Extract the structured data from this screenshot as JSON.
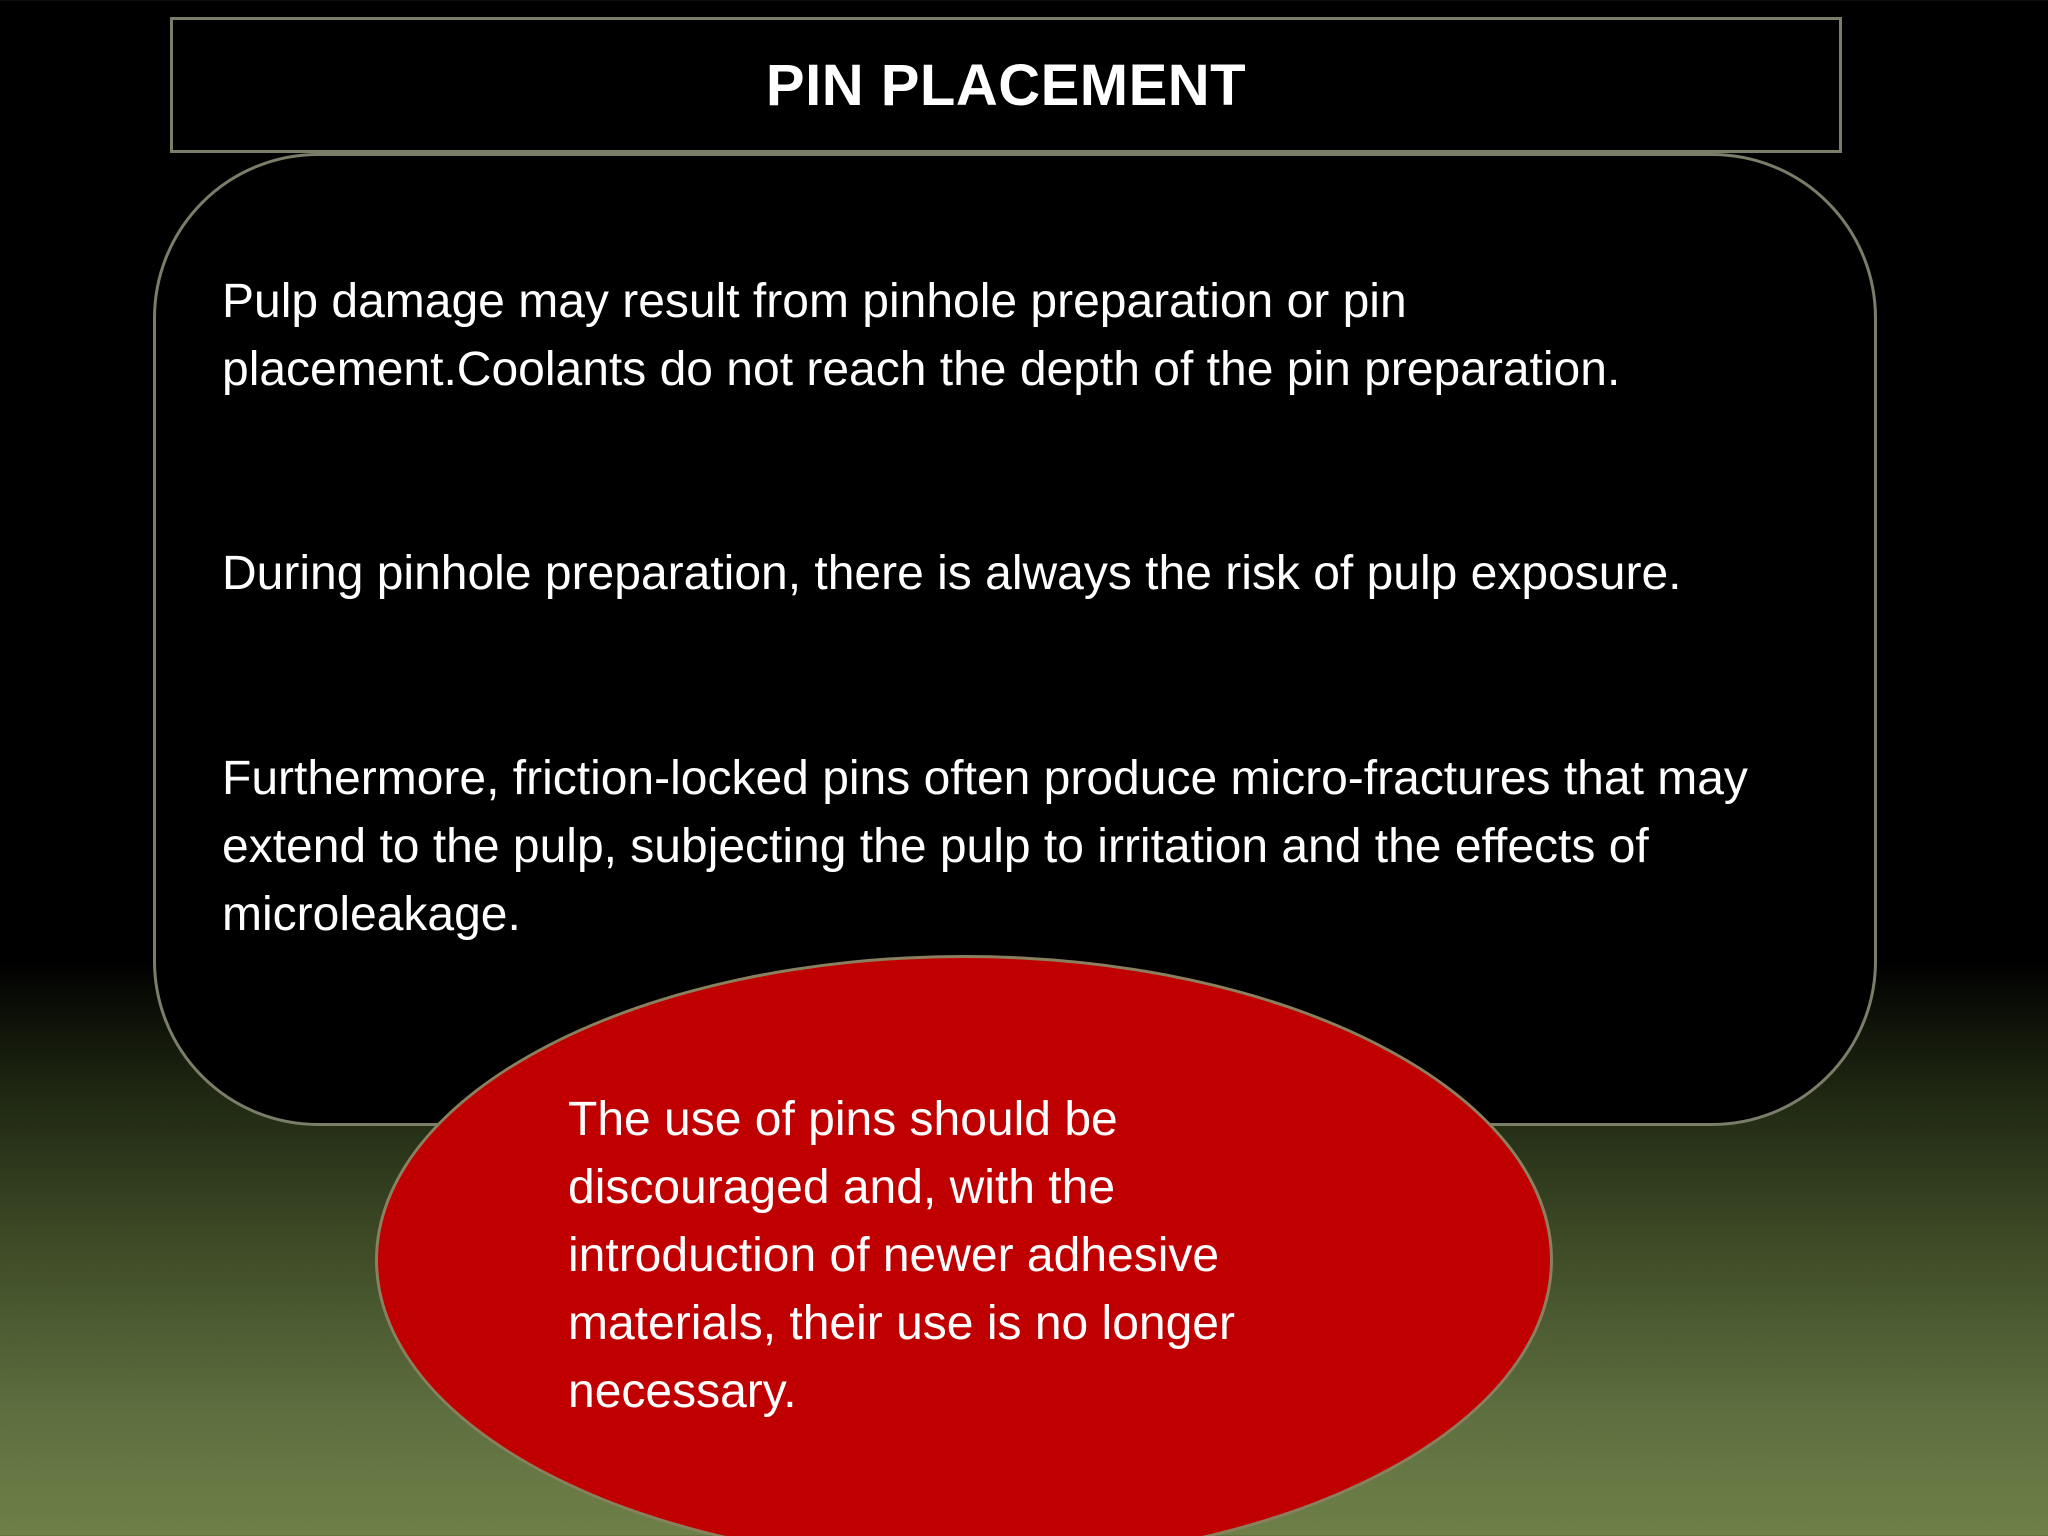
{
  "slide": {
    "title": "PIN PLACEMENT",
    "paragraphs": [
      "Pulp damage may result from pinhole preparation or pin placement.Coolants do not reach the depth of the pin preparation.",
      "During pinhole preparation, there is always the risk of pulp exposure.",
      "Furthermore, friction-locked pins often produce micro-fractures that may extend to the pulp, subjecting the pulp to irritation and the effects of microleakage."
    ],
    "callout": "The use of pins should be discouraged and, with the introduction of newer adhesive materials, their use is no longer necessary."
  },
  "colors": {
    "background_top": "#000000",
    "background_bottom": "#6e8048",
    "border": "#7a7d68",
    "callout_fill": "#c00000",
    "text": "#ffffff"
  }
}
